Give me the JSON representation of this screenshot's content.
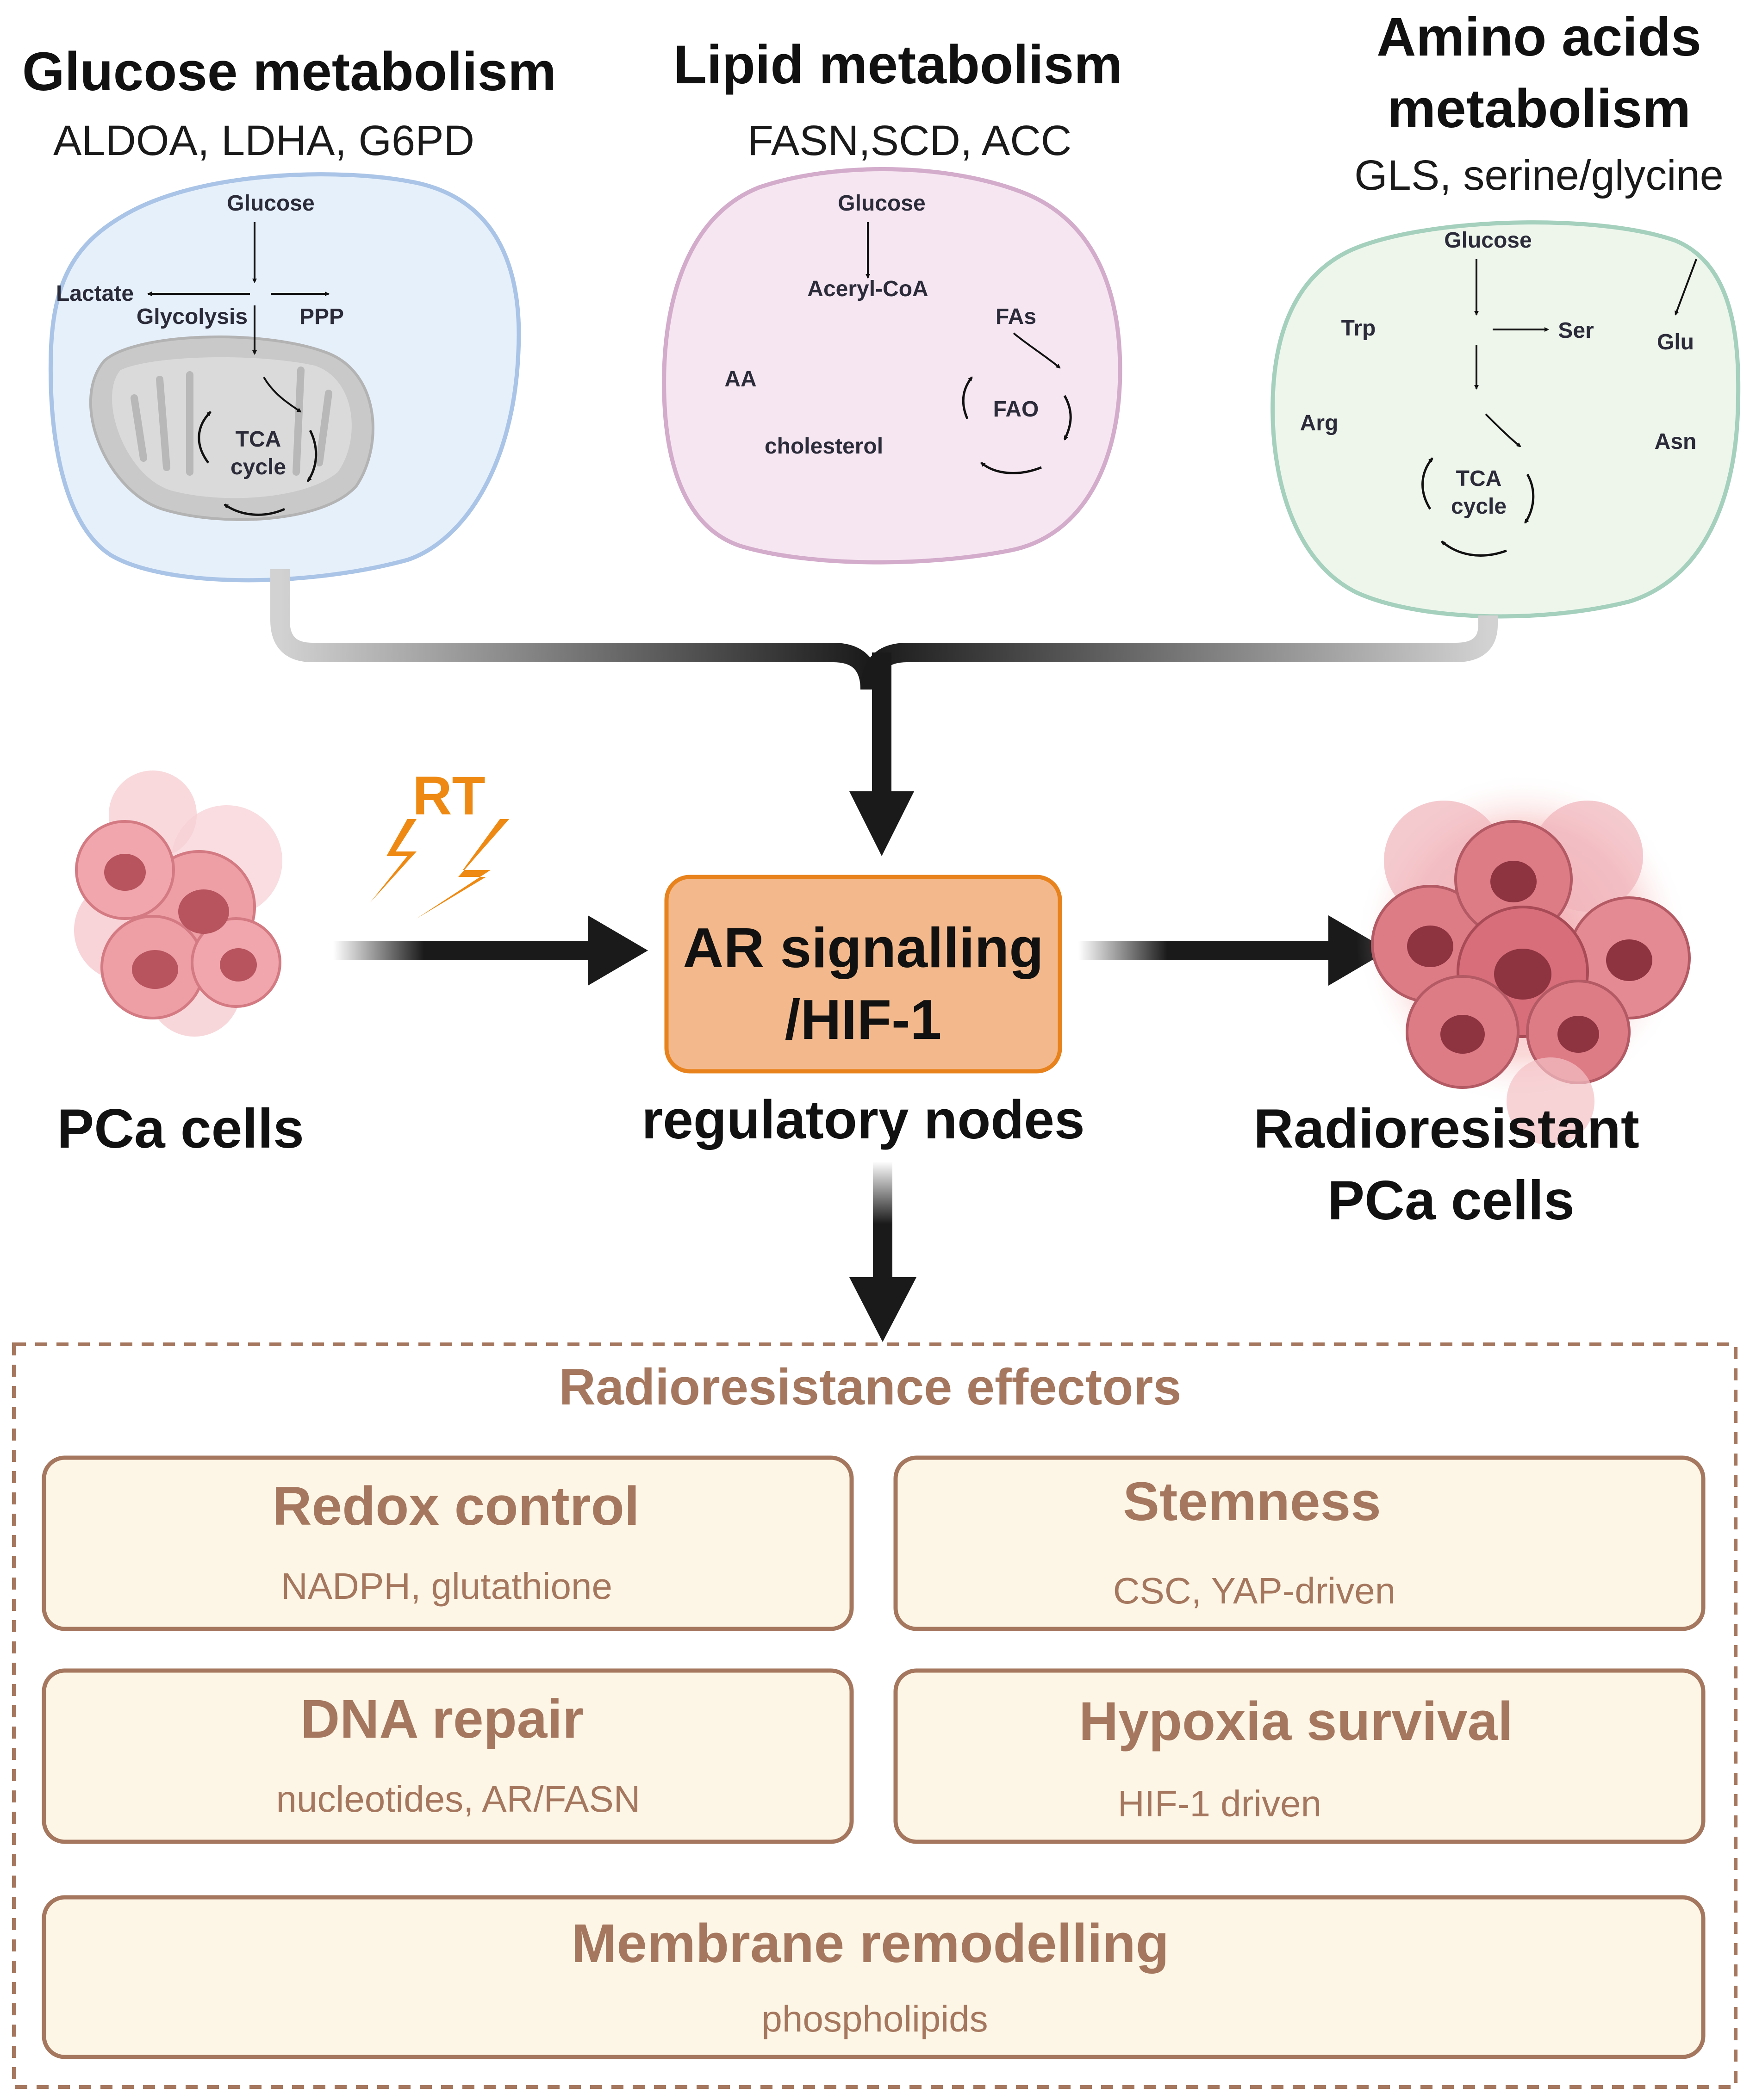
{
  "sections": {
    "glucose": {
      "title": "Glucose metabolism",
      "genes": "ALDOA, LDHA, G6PD",
      "labels": {
        "glucose": "Glucose",
        "lactate": "Lactate",
        "glycolysis": "Glycolysis",
        "ppp": "PPP",
        "tca1": "TCA",
        "tca2": "cycle"
      }
    },
    "lipid": {
      "title": "Lipid metabolism",
      "genes": "FASN,SCD, ACC",
      "labels": {
        "glucose": "Glucose",
        "acetyl": "Aceryl-CoA",
        "fas": "FAs",
        "aa": "AA",
        "fao": "FAO",
        "cholesterol": "cholesterol"
      }
    },
    "amino": {
      "title_line1": "Amino acids",
      "title_line2": "metabolism",
      "genes": "GLS, serine/glycine",
      "labels": {
        "glucose": "Glucose",
        "trp": "Trp",
        "ser": "Ser",
        "glu": "Glu",
        "arg": "Arg",
        "asn": "Asn",
        "tca1": "TCA",
        "tca2": "cycle"
      }
    }
  },
  "center": {
    "rt": "RT",
    "node_line1": "AR signalling",
    "node_line2": "/HIF-1",
    "node_caption": "regulatory nodes",
    "pca": "PCa cells",
    "resistant_line1": "Radioresistant",
    "resistant_line2": "PCa cells"
  },
  "effectors": {
    "title": "Radioresistance effectors",
    "items": [
      {
        "name": "Redox control",
        "detail": "NADPH, glutathione"
      },
      {
        "name": "Stemness",
        "detail": "CSC, YAP-driven"
      },
      {
        "name": "DNA repair",
        "detail": "nucleotides, AR/FASN"
      },
      {
        "name": "Hypoxia survival",
        "detail": "HIF-1 driven"
      },
      {
        "name": "Membrane remodelling",
        "detail": "phospholipids"
      }
    ]
  },
  "colors": {
    "glucose_cell": "#e6f0fb",
    "lipid_cell": "#f6e6f1",
    "amino_cell": "#eef6ec",
    "node_fill": "#f3b98c",
    "node_stroke": "#e8821c",
    "rt": "#ee8a13",
    "effector_text": "#a5775e",
    "effector_box": "#fdf6e6"
  }
}
